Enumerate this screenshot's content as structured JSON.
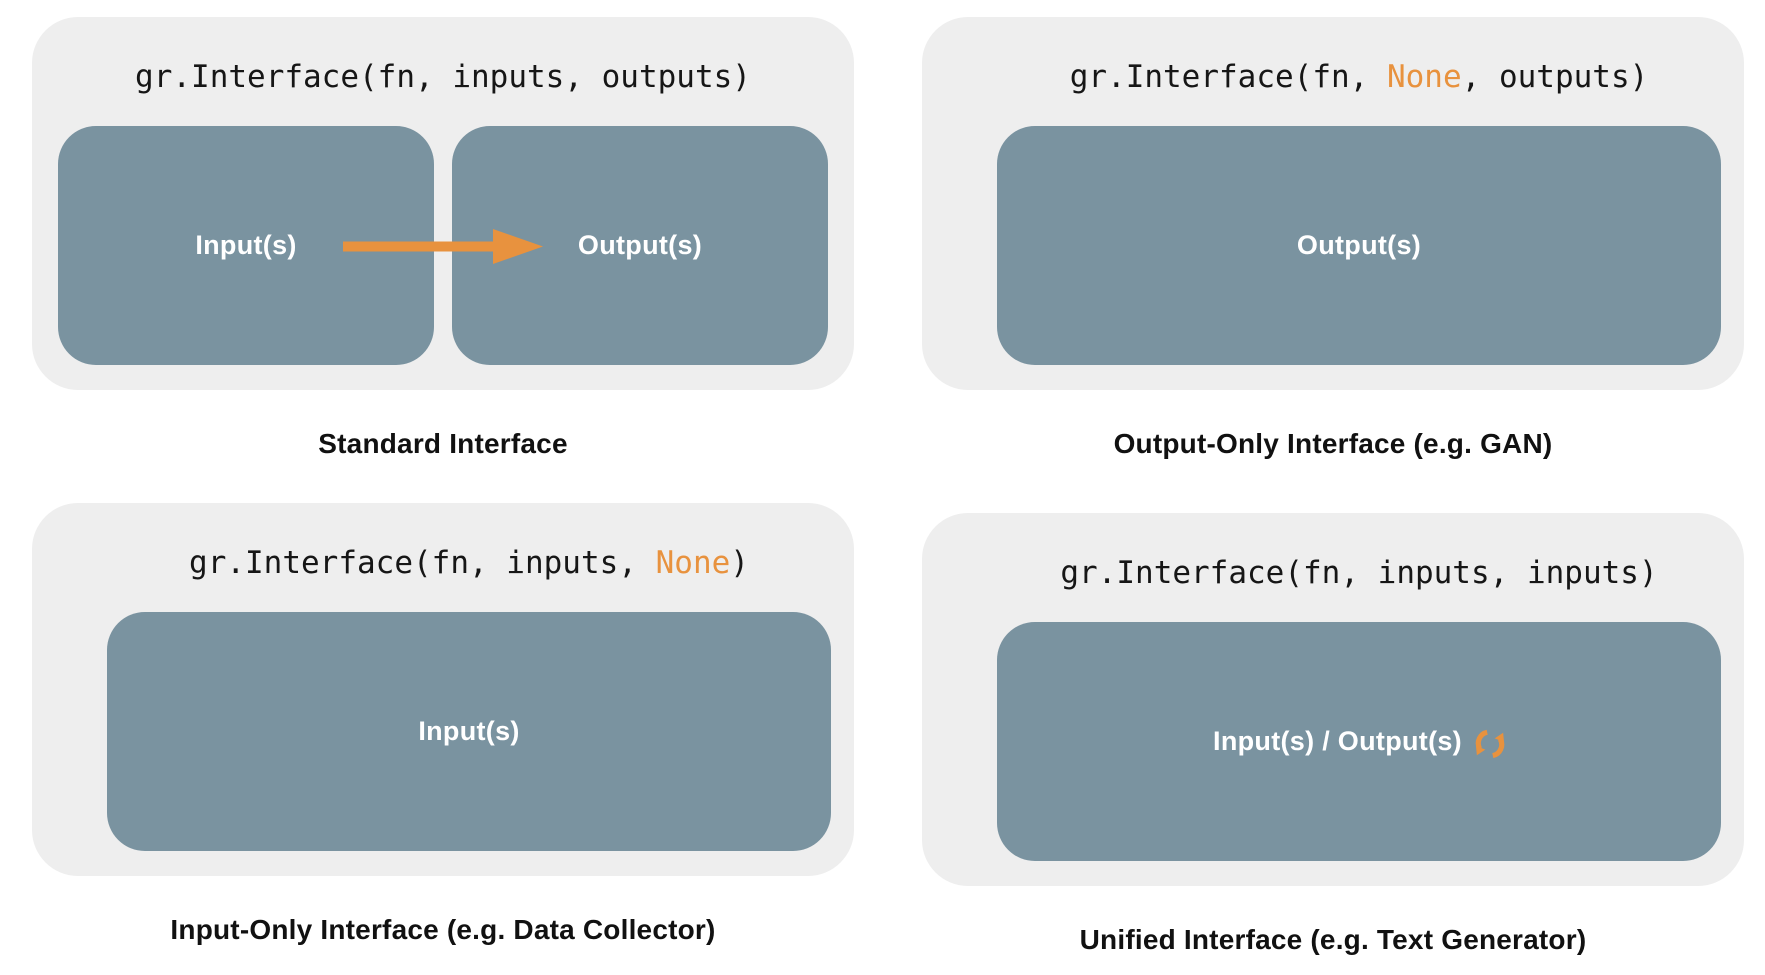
{
  "colors": {
    "background": "#FFFFFF",
    "panel": "#EEEEEE",
    "box": "#7A93A0",
    "accent": "#E8923E",
    "code_text": "#161616",
    "caption_text": "#111111",
    "box_label_text": "#FFFFFF"
  },
  "panels": [
    {
      "caption": "Standard Interface",
      "code_pre": "gr.Interface(fn, inputs, outputs)",
      "code_highlight": "",
      "code_post": "",
      "boxes": [
        {
          "label": "Input(s)"
        },
        {
          "label": "Output(s)"
        }
      ],
      "icons": [
        "right-arrow-icon"
      ]
    },
    {
      "caption": "Output-Only Interface (e.g. GAN)",
      "code_pre": "gr.Interface(fn, ",
      "code_highlight": "None",
      "code_post": ", outputs)",
      "boxes": [
        {
          "label": "Output(s)"
        }
      ],
      "icons": []
    },
    {
      "caption": "Input-Only Interface (e.g. Data Collector)",
      "code_pre": "gr.Interface(fn, inputs, ",
      "code_highlight": "None",
      "code_post": ")",
      "boxes": [
        {
          "label": "Input(s)"
        }
      ],
      "icons": []
    },
    {
      "caption": "Unified Interface (e.g. Text Generator)",
      "code_pre": "gr.Interface(fn, inputs, inputs)",
      "code_highlight": "",
      "code_post": "",
      "boxes": [
        {
          "label": "Input(s) / Output(s)"
        }
      ],
      "icons": [
        "sync-icon"
      ]
    }
  ]
}
